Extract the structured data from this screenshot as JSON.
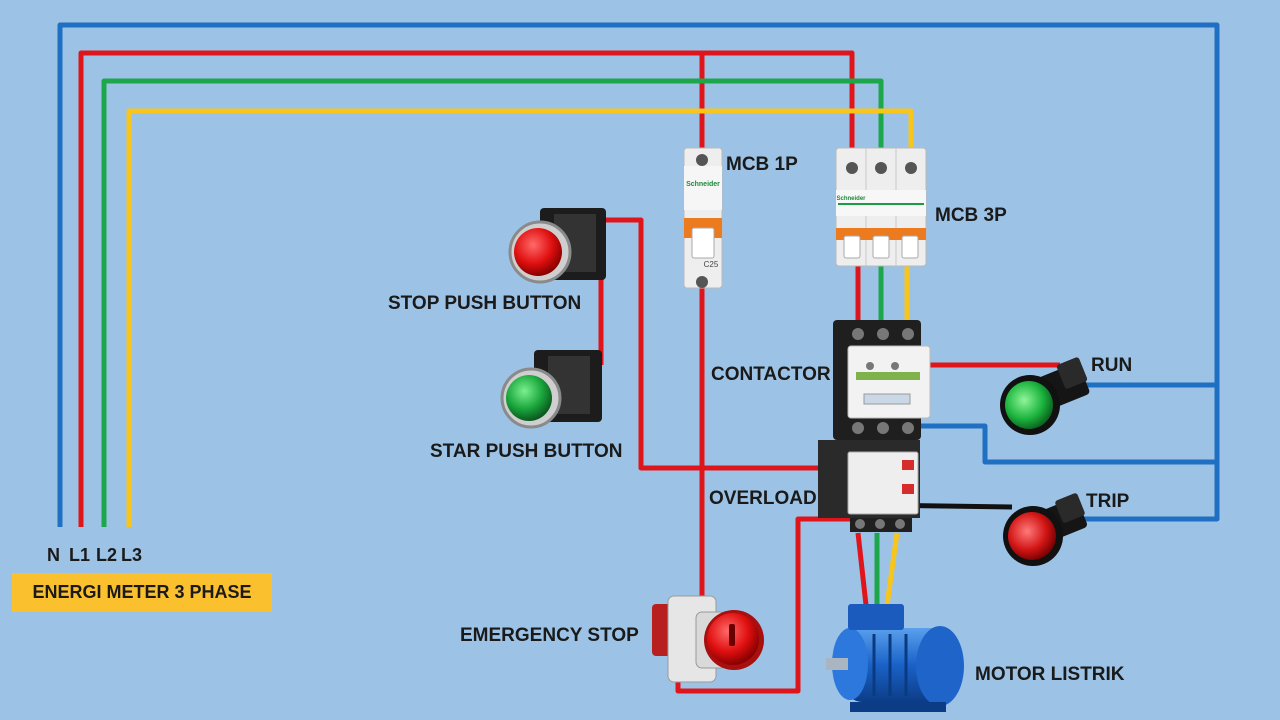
{
  "labels": {
    "mcb_1p": "MCB 1P",
    "mcb_3p": "MCB 3P",
    "stop_push_button": "STOP PUSH BUTTON",
    "star_push_button": "STAR PUSH BUTTON",
    "contactor": "CONTACTOR",
    "overload": "OVERLOAD",
    "run": "RUN",
    "trip": "TRIP",
    "emergency_stop": "EMERGENCY STOP",
    "motor_listrik": "MOTOR LISTRIK",
    "energi_meter": "ENERGI METER 3 PHASE"
  },
  "phases": [
    "N",
    "L1",
    "L2",
    "L3"
  ],
  "device_marks": {
    "brand": "Schneider",
    "mcb_1p_rating": "C25"
  },
  "colors": {
    "background": "#9cc3e6",
    "neutral_wire": "#1f6fc2",
    "l1_wire": "#e0141b",
    "l2_wire": "#1ea64b",
    "l3_wire": "#f7c51c",
    "trip_wire": "#111111",
    "label_box": "#fbc02d"
  }
}
